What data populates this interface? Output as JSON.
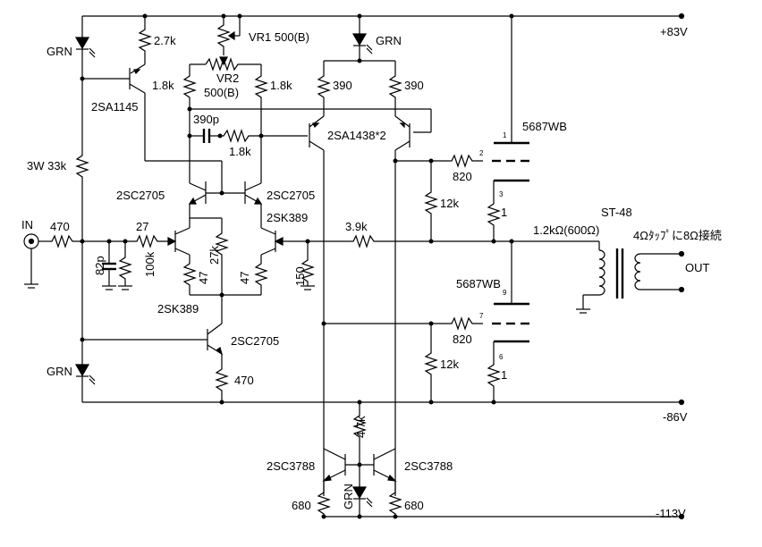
{
  "rails": {
    "pos83": "+83V",
    "neg86": "-86V",
    "neg113": "-113V"
  },
  "input": {
    "label": "IN",
    "r_in": "470",
    "r_gate": "27",
    "c_in": "82p",
    "r_bias": "100k"
  },
  "leds": {
    "top_left": "GRN",
    "top_center": "GRN",
    "bottom_left": "GRN",
    "bottom_center": "GRN"
  },
  "resistors": {
    "r27k_top": "2.7k",
    "vr1": "VR1 500(B)",
    "vr2_name": "VR2",
    "vr2_value": "500(B)",
    "r18k_left": "1.8k",
    "r18k_right": "1.8k",
    "r18k_fb": "1.8k",
    "c390p": "390p",
    "r3w33k": "3W 33k",
    "r390_left": "390",
    "r390_right": "390",
    "r27k_src": "27k",
    "r47_left": "47",
    "r47_right": "47",
    "r150": "150",
    "r39k": "3.9k",
    "r12k_top": "12k",
    "r12k_bottom": "12k",
    "r820_top": "820",
    "r820_bottom": "820",
    "r1_top": "1",
    "r1_bottom": "1",
    "r470_bottom": "470",
    "r47k": "4.7k",
    "r680_left": "680",
    "r680_right": "680"
  },
  "transistors": {
    "q_2sa1145": "2SA1145",
    "q_2sc2705_l": "2SC2705",
    "q_2sc2705_r": "2SC2705",
    "q_2sc2705_b": "2SC2705",
    "q_2sk389_r": "2SK389",
    "q_2sk389_l": "2SK389",
    "q_2sa1438": "2SA1438*2",
    "q_2sc3788_l": "2SC3788",
    "q_2sc3788_r": "2SC3788"
  },
  "tubes": {
    "top": "5687WB",
    "bottom": "5687WB",
    "pin_1": "1",
    "pin_2": "2",
    "pin_3": "3",
    "pin_6": "6",
    "pin_7": "7",
    "pin_9": "9"
  },
  "transformer": {
    "name": "ST-48",
    "impedance": "1.2kΩ(600Ω)",
    "tap_note": "4Ωﾀｯﾌﾟに8Ω接続",
    "out": "OUT"
  }
}
